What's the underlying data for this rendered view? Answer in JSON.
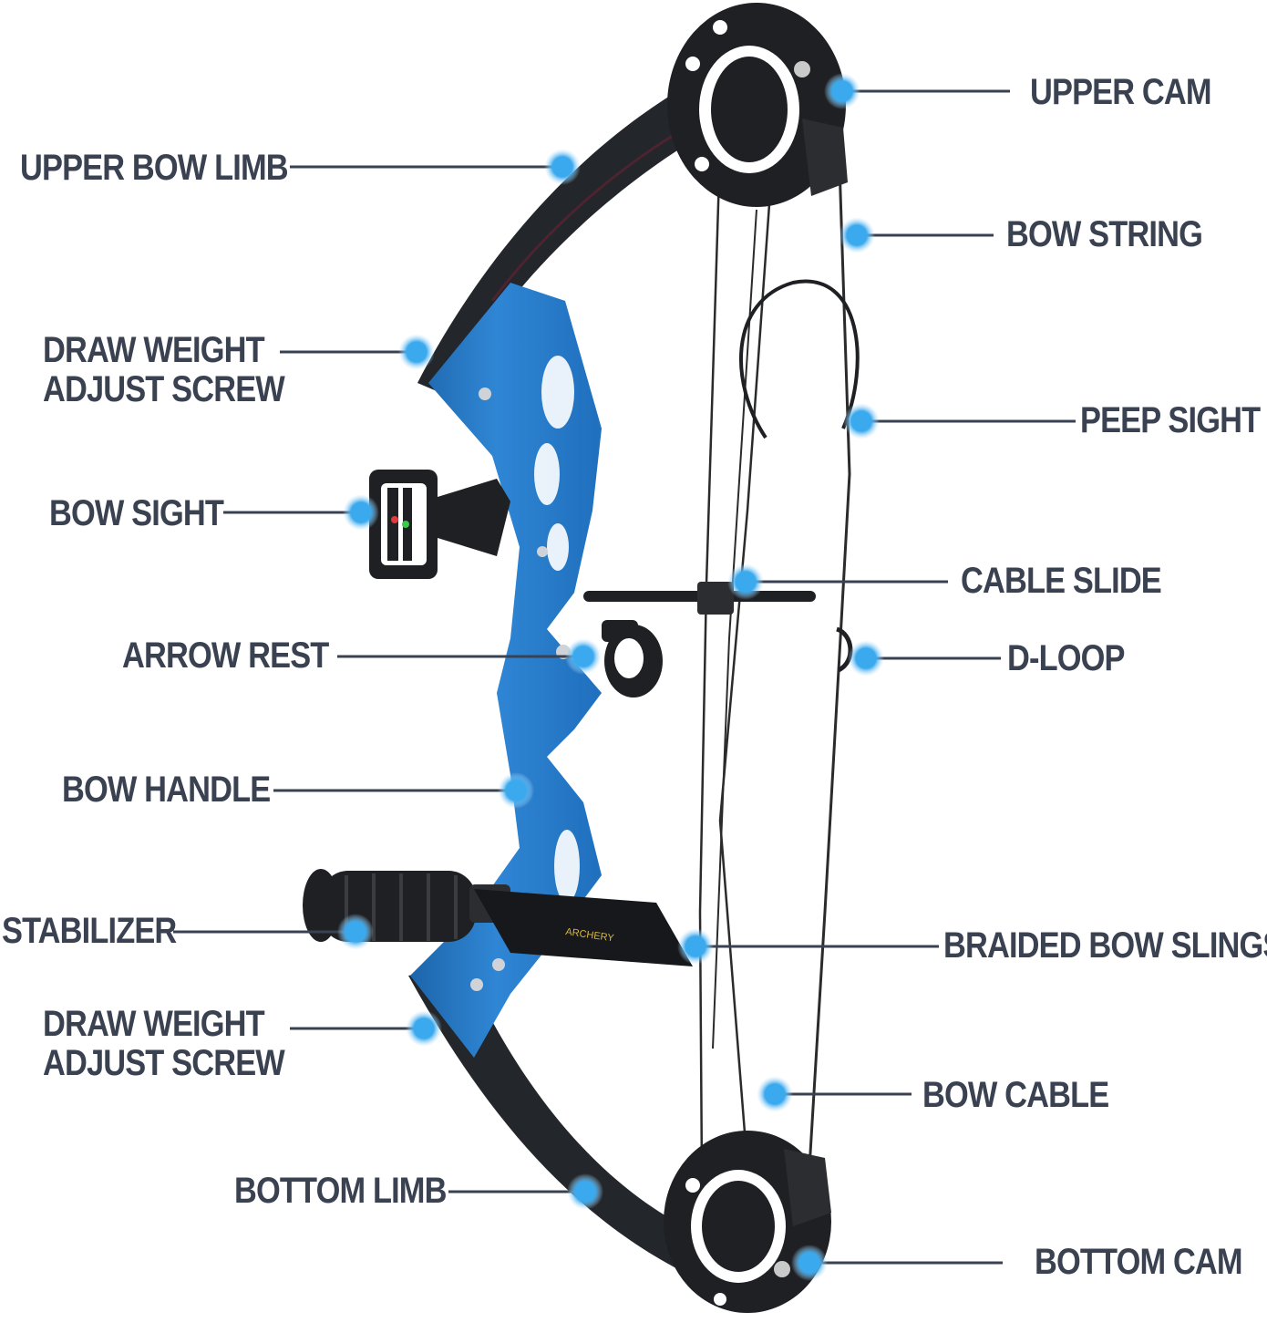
{
  "colors": {
    "riser": "#2f86d4",
    "riser_shade": "#1d65ab",
    "limb": "#23262b",
    "cam": "#1e2024",
    "string": "#2b2b2b",
    "marker": "#3aa9ee",
    "marker_glow": "#bfe3fb",
    "leader": "#3a4150",
    "label_text": "#3a4150"
  },
  "labels": {
    "upper_cam": "UPPER CAM",
    "upper_bow_limb": "UPPER BOW LIMB",
    "bow_string": "BOW STRING",
    "draw_weight_top": [
      "DRAW WEIGHT",
      "ADJUST SCREW"
    ],
    "peep_sight": "PEEP SIGHT",
    "bow_sight": "BOW SIGHT",
    "cable_slide": "CABLE SLIDE",
    "arrow_rest": "ARROW REST",
    "d_loop": "D-LOOP",
    "bow_handle": "BOW HANDLE",
    "stabilizer": "STABILIZER",
    "braided_bow_slings": "BRAIDED BOW SLINGS",
    "draw_weight_bottom": [
      "DRAW WEIGHT",
      "ADJUST SCREW"
    ],
    "bow_cable": "BOW CABLE",
    "bottom_limb": "BOTTOM LIMB",
    "bottom_cam": "BOTTOM CAM"
  },
  "icons": {
    "callout_marker": "circle-dot-icon"
  }
}
